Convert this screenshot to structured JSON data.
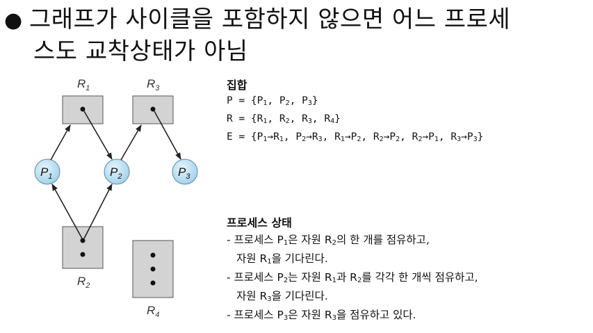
{
  "headline": {
    "bullet": "●",
    "line1": "그래프가 사이클을 포함하지 않으면 어느 프로세",
    "line2": "스도 교착상태가 아님"
  },
  "diagram": {
    "resources": [
      {
        "name": "R",
        "sub": "1",
        "dots": 1
      },
      {
        "name": "R",
        "sub": "3",
        "dots": 1
      },
      {
        "name": "R",
        "sub": "2",
        "dots": 2
      },
      {
        "name": "R",
        "sub": "4",
        "dots": 3
      }
    ],
    "processes": [
      {
        "name": "P",
        "sub": "1"
      },
      {
        "name": "P",
        "sub": "2"
      },
      {
        "name": "P",
        "sub": "3"
      }
    ],
    "colors": {
      "resource_fill": "#d3d3d3",
      "process_fill": "#b7dcf0",
      "edge": "#222222"
    }
  },
  "sets": {
    "title": "집합",
    "P": {
      "lhs": "P = {",
      "items": [
        [
          "P",
          "1"
        ],
        [
          "P",
          "2"
        ],
        [
          "P",
          "3"
        ]
      ],
      "close": "}"
    },
    "R": {
      "lhs": "R = {",
      "items": [
        [
          "R",
          "1"
        ],
        [
          "R",
          "2"
        ],
        [
          "R",
          "3"
        ],
        [
          "R",
          "4"
        ]
      ],
      "close": "}"
    },
    "E": {
      "lhs": "E = {",
      "items": [
        [
          "P",
          "1",
          "R",
          "1"
        ],
        [
          "P",
          "2",
          "R",
          "3"
        ],
        [
          "R",
          "1",
          "P",
          "2"
        ],
        [
          "R",
          "2",
          "P",
          "2"
        ],
        [
          "R",
          "2",
          "P",
          "1"
        ],
        [
          "R",
          "3",
          "P",
          "3"
        ]
      ],
      "arrow": "→",
      "close": "}"
    }
  },
  "state": {
    "title": "프로세스 상태",
    "l1a": "- 프로세스 P",
    "l1s1": "1",
    "l1b": "은 자원 R",
    "l1s2": "2",
    "l1c": "의 한 개를 점유하고,",
    "l2a": "자원 R",
    "l2s": "1",
    "l2b": "을 기다린다.",
    "l3a": "- 프로세스 P",
    "l3s1": "2",
    "l3b": "는 자원 R",
    "l3s2": "1",
    "l3c": "과 R",
    "l3s3": "2",
    "l3d": "를 각각 한 개씩 점유하고,",
    "l4a": "자원 R",
    "l4s": "3",
    "l4b": "을 기다린다.",
    "l5a": "- 프로세스 P",
    "l5s1": "3",
    "l5b": "은 자원 R",
    "l5s2": "3",
    "l5c": "을 점유하고 있다."
  }
}
